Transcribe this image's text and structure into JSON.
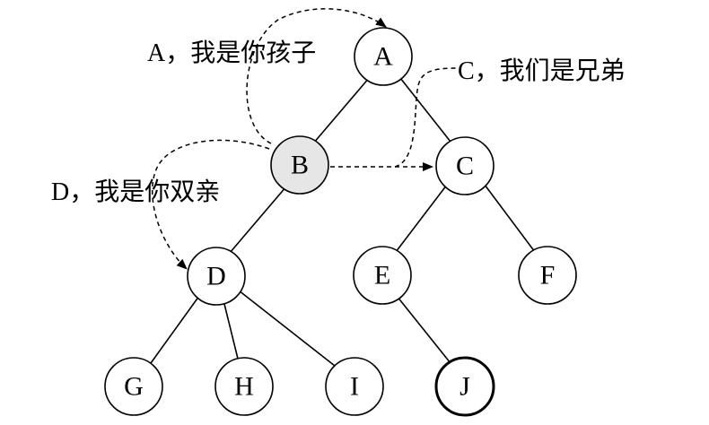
{
  "diagram": {
    "nodes": [
      {
        "id": "A",
        "label": "A",
        "fill": "#ffffff"
      },
      {
        "id": "B",
        "label": "B",
        "fill": "#e6e6e6"
      },
      {
        "id": "C",
        "label": "C",
        "fill": "#ffffff"
      },
      {
        "id": "D",
        "label": "D",
        "fill": "#ffffff"
      },
      {
        "id": "E",
        "label": "E",
        "fill": "#ffffff"
      },
      {
        "id": "F",
        "label": "F",
        "fill": "#ffffff"
      },
      {
        "id": "G",
        "label": "G",
        "fill": "#ffffff"
      },
      {
        "id": "H",
        "label": "H",
        "fill": "#ffffff"
      },
      {
        "id": "I",
        "label": "I",
        "fill": "#ffffff"
      },
      {
        "id": "J",
        "label": "J",
        "fill": "#ffffff",
        "bold_outline": true
      }
    ],
    "edges": [
      {
        "from": "A",
        "to": "B"
      },
      {
        "from": "A",
        "to": "C"
      },
      {
        "from": "B",
        "to": "D"
      },
      {
        "from": "C",
        "to": "E"
      },
      {
        "from": "C",
        "to": "F"
      },
      {
        "from": "D",
        "to": "G"
      },
      {
        "from": "D",
        "to": "H"
      },
      {
        "from": "D",
        "to": "I"
      },
      {
        "from": "E",
        "to": "J"
      }
    ],
    "annotations": [
      {
        "id": "parent",
        "text": "A，我是你孩子",
        "from": "B",
        "to": "A"
      },
      {
        "id": "sibling",
        "text": "C，我们是兄弟",
        "from": "B",
        "to": "C"
      },
      {
        "id": "child",
        "text": "D，我是你双亲",
        "from": "B",
        "to": "D"
      }
    ]
  }
}
